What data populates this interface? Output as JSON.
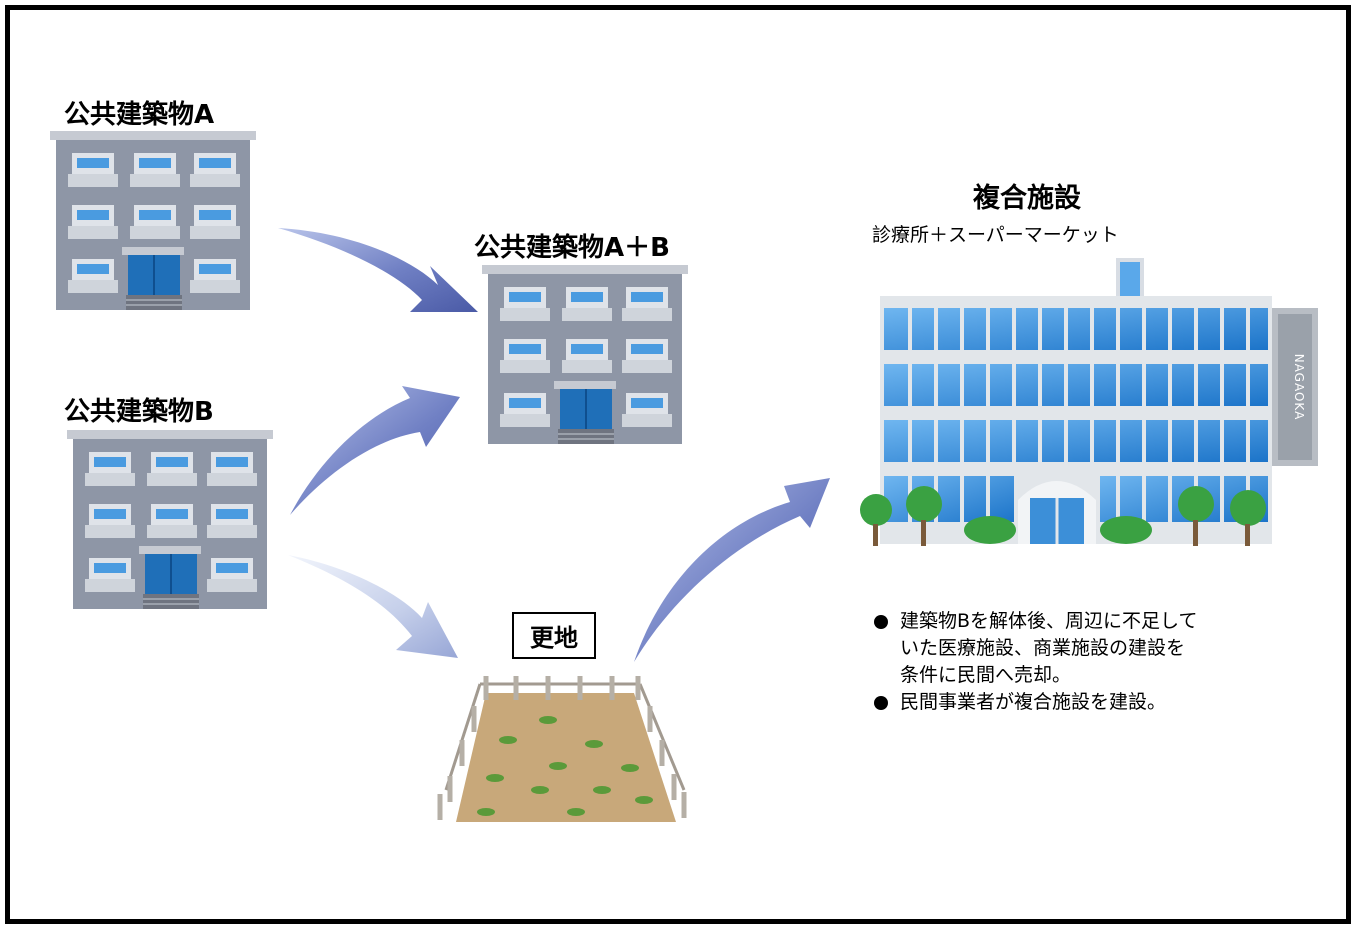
{
  "labels": {
    "building_a": "公共建築物A",
    "building_b": "公共建築物B",
    "building_ab": "公共建築物A＋B",
    "complex_title": "複合施設",
    "complex_subtitle": "診療所＋スーパーマーケット",
    "vacant_lot": "更地",
    "sign_text": "NAGAOKA"
  },
  "notes": [
    "建築物Bを解体後、周辺に不足して\nいた医療施設、商業施設の建設を\n条件に民間へ売却。",
    "民間事業者が複合施設を建設。"
  ],
  "colors": {
    "building_gray": "#8e96a6",
    "window_blue": "#3f8fd6",
    "arrow_blue": "#6f80c4",
    "arrow_light": "#c9d3ea",
    "complex_blue": "#2e86d6",
    "dirt": "#c8a87a"
  }
}
